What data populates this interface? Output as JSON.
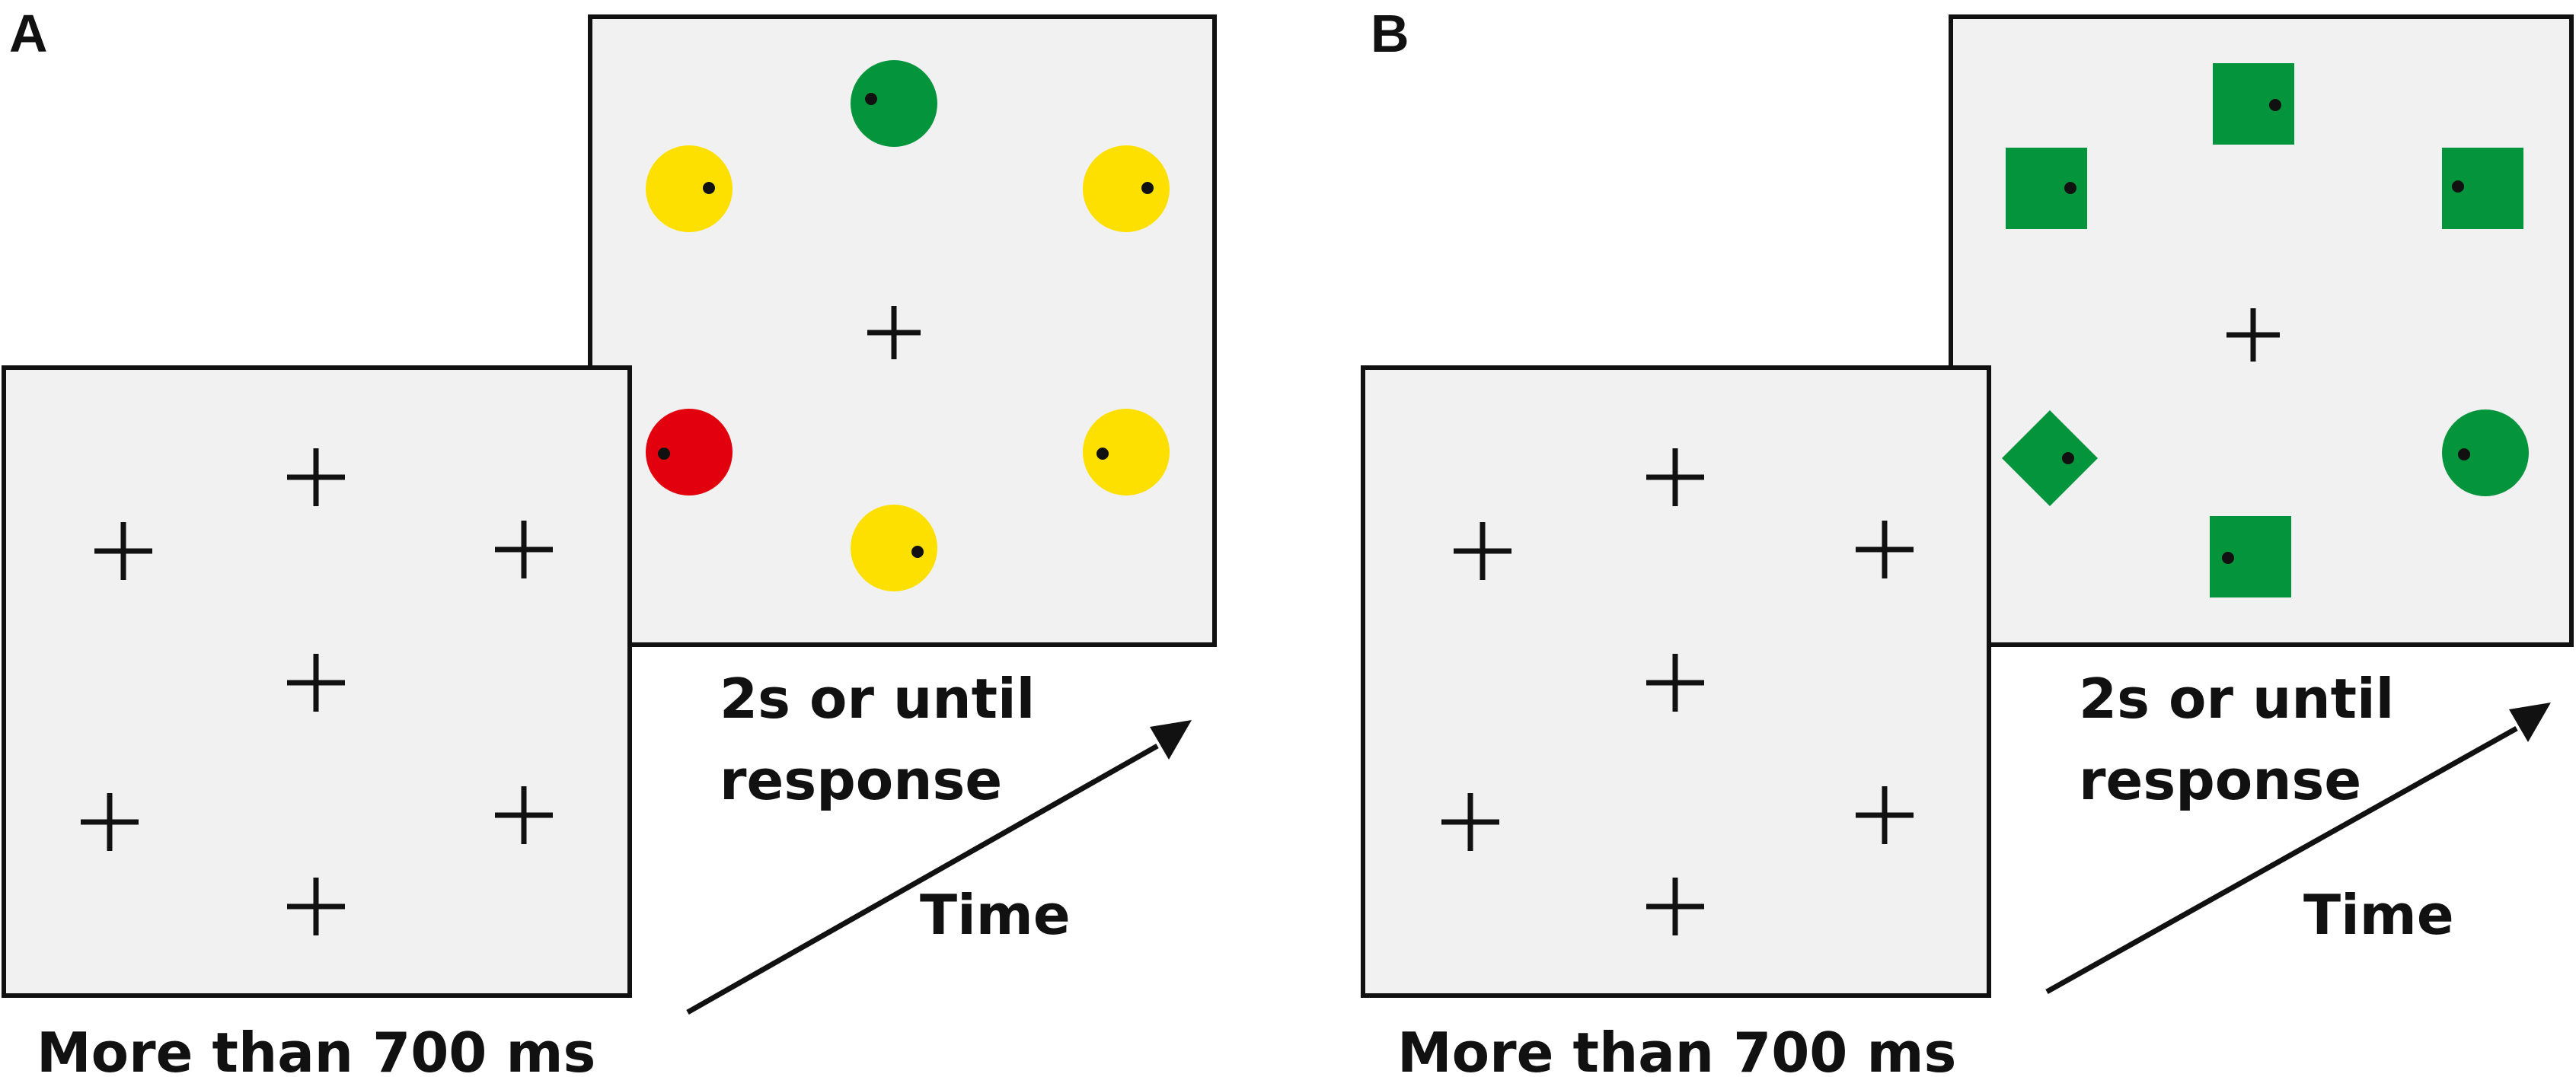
{
  "colors": {
    "background": "#ffffff",
    "screen_fill": "#f1f1f1",
    "stroke": "#111111",
    "green": "#04953c",
    "yellow": "#fde000",
    "red": "#e3000e"
  },
  "panels": [
    {
      "letter": "A",
      "fixation_caption": "More than 700 ms",
      "search_caption_line1": "2s or until",
      "search_caption_line2": "response",
      "time_label": "Time",
      "search_items": [
        {
          "shape": "circle",
          "color": "green"
        },
        {
          "shape": "circle",
          "color": "yellow"
        },
        {
          "shape": "circle",
          "color": "yellow"
        },
        {
          "shape": "circle",
          "color": "red"
        },
        {
          "shape": "circle",
          "color": "yellow"
        },
        {
          "shape": "circle",
          "color": "yellow"
        }
      ]
    },
    {
      "letter": "B",
      "fixation_caption": "More than 700 ms",
      "search_caption_line1": "2s or until",
      "search_caption_line2": "response",
      "time_label": "Time",
      "search_items": [
        {
          "shape": "square",
          "color": "green"
        },
        {
          "shape": "square",
          "color": "green"
        },
        {
          "shape": "square",
          "color": "green"
        },
        {
          "shape": "diamond",
          "color": "green"
        },
        {
          "shape": "circle",
          "color": "green"
        },
        {
          "shape": "square",
          "color": "green"
        }
      ]
    }
  ]
}
